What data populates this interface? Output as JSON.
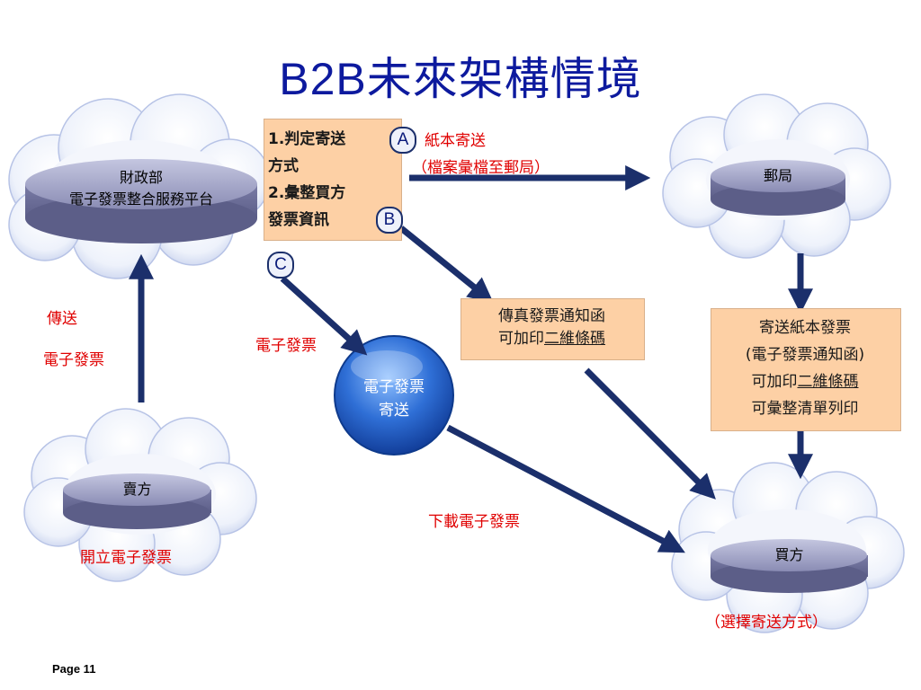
{
  "title": "B2B未來架構情境",
  "nodes": {
    "mof": {
      "line1": "財政部",
      "line2": "電子發票整合服務平台"
    },
    "post": {
      "label": "郵局"
    },
    "seller": {
      "label": "賣方"
    },
    "buyer": {
      "label": "買方"
    },
    "ecenter": {
      "line1": "電子發票",
      "line2": "寄送"
    }
  },
  "box_main": {
    "line1": "1.判定寄送",
    "line2": "方式",
    "line3": "2.彙整買方",
    "line4": "發票資訊"
  },
  "box_fax": {
    "line1": "傳真發票通知函",
    "line2_prefix": "可加印",
    "line2_ul": "二維條碼"
  },
  "box_post": {
    "line1": "寄送紙本發票",
    "line2": "(電子發票通知函)",
    "line3_prefix": "可加印",
    "line3_ul": "二維條碼",
    "line4": "可彙整清單列印"
  },
  "badges": {
    "a": "A",
    "b": "B",
    "c": "C"
  },
  "labels": {
    "paper_send": "紙本寄送",
    "archive": "（檔案彙檔至郵局）",
    "send": "傳送",
    "einvoice_left": "電子發票",
    "einvoice_mid": "電子發票",
    "download": "下載電子發票",
    "issue": "開立電子發票",
    "choose": "（選擇寄送方式）"
  },
  "footer": {
    "page": "Page 11"
  },
  "colors": {
    "title": "#0d1a9e",
    "arrow": "#1b2f6b",
    "red_text": "#e00000",
    "box_fill": "#fdd0a5",
    "disk": "#8e8fb8",
    "blue_circle": "#2f6fd6"
  }
}
